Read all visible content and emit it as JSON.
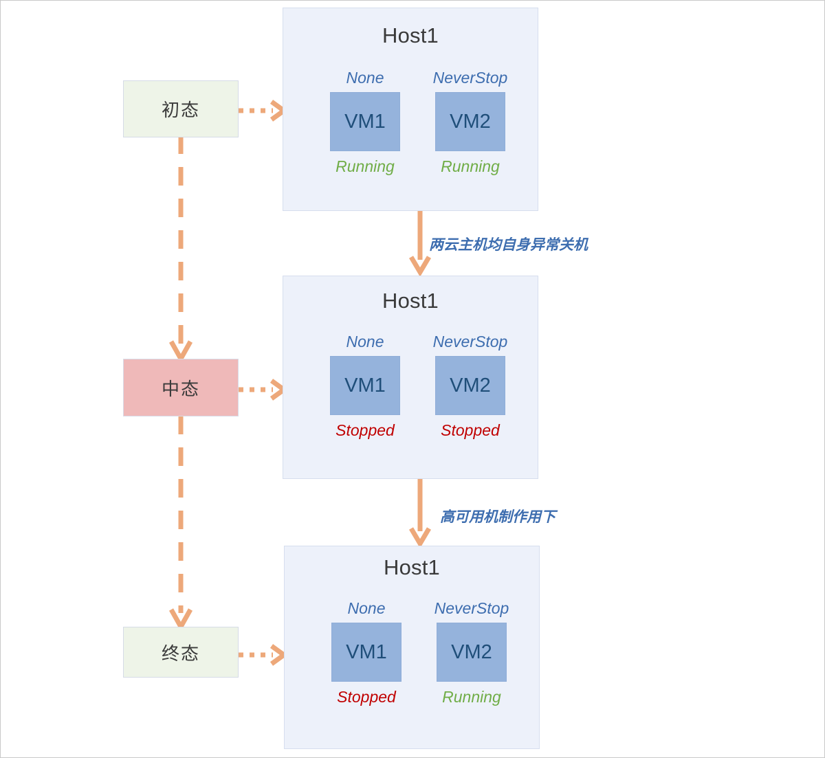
{
  "diagram": {
    "title_hidden": "",
    "colors": {
      "accent_orange": "#eda87a",
      "host_bg": "#edf1fa",
      "vm_fill": "#95b3dc",
      "vm_text": "#1f4e79",
      "policy_text": "#3d6daf",
      "running_green": "#70ad47",
      "stopped_red": "#c00000",
      "state_green_bg": "#eef4e8",
      "state_pink_bg": "#efb9b9"
    },
    "states": [
      {
        "id": "initial",
        "label": "初态",
        "style": "green"
      },
      {
        "id": "middle",
        "label": "中态",
        "style": "pink"
      },
      {
        "id": "final",
        "label": "终态",
        "style": "green"
      }
    ],
    "hosts": [
      {
        "id": "host-stage-1",
        "title": "Host1",
        "vms": [
          {
            "name": "VM1",
            "policy": "None",
            "state": "Running",
            "state_kind": "running"
          },
          {
            "name": "VM2",
            "policy": "NeverStop",
            "state": "Running",
            "state_kind": "running"
          }
        ]
      },
      {
        "id": "host-stage-2",
        "title": "Host1",
        "vms": [
          {
            "name": "VM1",
            "policy": "None",
            "state": "Stopped",
            "state_kind": "stopped"
          },
          {
            "name": "VM2",
            "policy": "NeverStop",
            "state": "Stopped",
            "state_kind": "stopped"
          }
        ]
      },
      {
        "id": "host-stage-3",
        "title": "Host1",
        "vms": [
          {
            "name": "VM1",
            "policy": "None",
            "state": "Stopped",
            "state_kind": "stopped"
          },
          {
            "name": "VM2",
            "policy": "NeverStop",
            "state": "Running",
            "state_kind": "running"
          }
        ]
      }
    ],
    "transitions": [
      {
        "id": "t1",
        "label": "两云主机均自身异常关机"
      },
      {
        "id": "t2",
        "label": "高可用机制作用下"
      }
    ]
  }
}
